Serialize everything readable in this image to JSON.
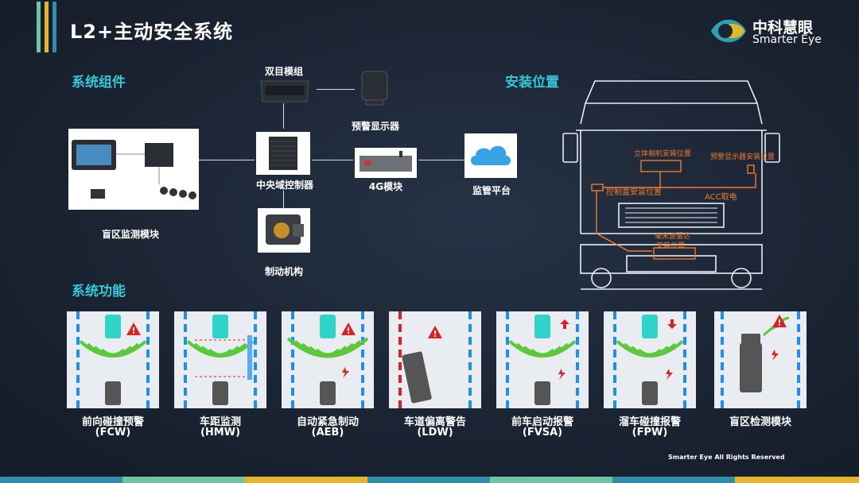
{
  "header": {
    "title": "L2+主动安全系统",
    "logo_cn": "中科慧眼",
    "logo_en": "Smarter Eye"
  },
  "sections": {
    "components": "系统组件",
    "install": "安装位置",
    "functions": "系统功能"
  },
  "components": {
    "stereo_module": "双目模组",
    "warning_display": "预警显示器",
    "central_controller": "中央域控制器",
    "module_4g": "4G模块",
    "monitor_platform": "监管平台",
    "blind_spot": "盲区监测模块",
    "brake": "制动机构"
  },
  "install_labels": {
    "camera": "立体相机安装位置",
    "display": "预警显示器安装位置",
    "control_box": "控制盒安装位置",
    "acc": "ACC取电",
    "radar_line1": "毫米波雷达",
    "radar_line2": "安装位置"
  },
  "functions": [
    {
      "name": "前向碰撞预警",
      "abbr": "(FCW)"
    },
    {
      "name": "车距监测",
      "abbr": "(HMW)"
    },
    {
      "name": "自动紧急制动",
      "abbr": "(AEB)"
    },
    {
      "name": "车道偏离警告",
      "abbr": "(LDW)"
    },
    {
      "name": "前车启动报警",
      "abbr": "(FVSA)"
    },
    {
      "name": "溜车碰撞报警",
      "abbr": "(FPW)"
    },
    {
      "name": "盲区检测模块",
      "abbr": ""
    }
  ],
  "footer": {
    "copyright": "Smarter Eye All Rights Reserved"
  },
  "colors": {
    "accent_teal": "#35c8d6",
    "warning_orange": "#f07b2a",
    "signal_green": "#5cc93a",
    "alert_red": "#e02020",
    "lane_blue": "#1e8ef0",
    "bar_colors": [
      "#2f8fa8",
      "#6fc4a6",
      "#e5b52d",
      "#2f8fa8",
      "#6fc4a6",
      "#2f8fa8",
      "#e5b52d"
    ]
  }
}
